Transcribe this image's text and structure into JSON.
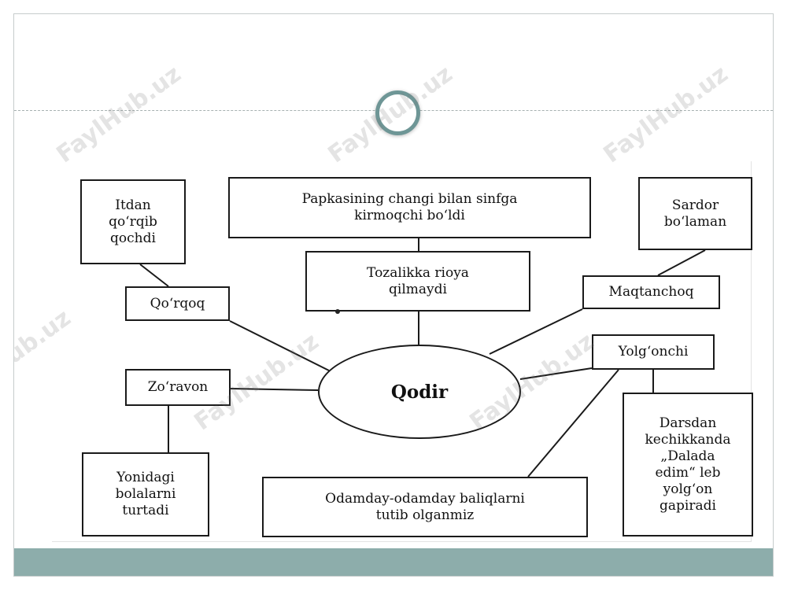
{
  "diagram": {
    "center": "Qodir",
    "nodes": {
      "top_box": "Papkasining changi bilan sinfga\nkirmoqchi bo‘ldi",
      "tozalik": "Tozalikka rioya\nqilmaydi",
      "itdan": "Itdan\nqo‘rqib\nqochdi",
      "qorqoq": "Qo‘rqoq",
      "zoravon": "Zo‘ravon",
      "yonidagi": "Yonidagi\nbolalarni\nturtadi",
      "sardor": "Sardor\nbo‘laman",
      "maqtanchoq": "Maqtanchoq",
      "yolgonchi": "Yolg‘onchi",
      "darsdan": "Darsdan\nkechikkanda\n„Dalada\nedim“ leb\nyolg‘on\ngapiradi",
      "odamday": "Odamday-odamday baliqlarni\ntutib olganmiz"
    }
  },
  "watermark": "FaylHub.uz",
  "colors": {
    "footer": "#8dadab",
    "ring": "#6e9696",
    "ink": "#111111"
  }
}
